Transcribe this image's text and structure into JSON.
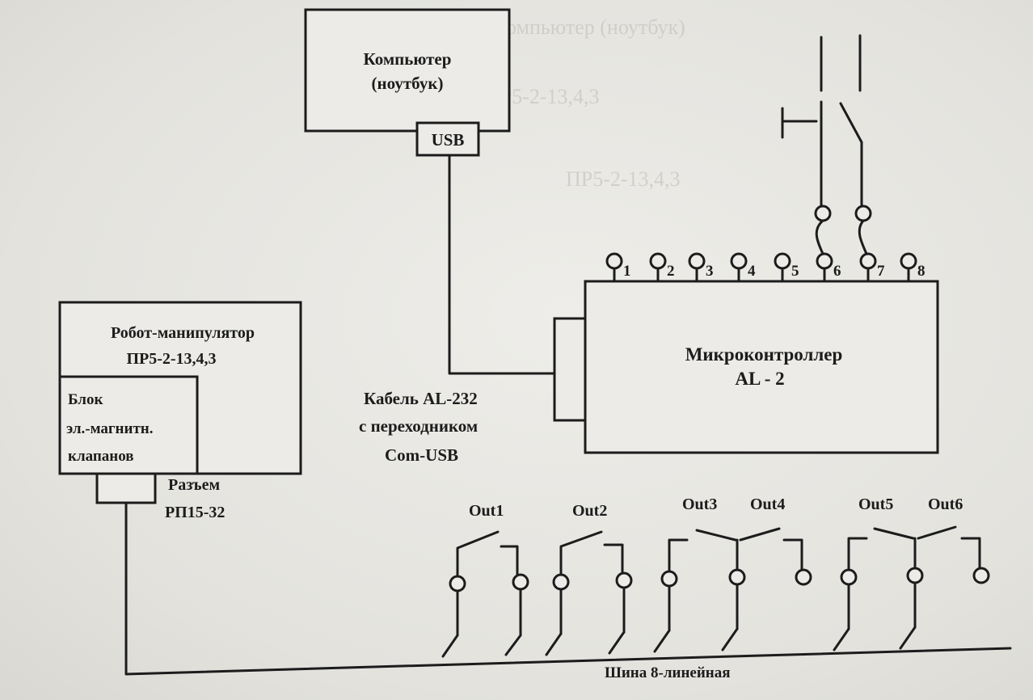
{
  "diagram": {
    "bleed_through": [
      "Компьютер (ноутбук)",
      "ПР5-2-13,4,3",
      "ПР5-2-13,4,3"
    ],
    "computer": {
      "line1": "Компьютер",
      "line2": "(ноутбук)",
      "port": "USB"
    },
    "robot": {
      "line1": "Робот-манипулятор",
      "line2": "ПР5-2-13,4,3"
    },
    "valve_block": {
      "line1": "Блок",
      "line2": "эл.-магнитн.",
      "line3": "клапанов"
    },
    "connector": {
      "line1": "Разъем",
      "line2": "РП15-32"
    },
    "cable": {
      "line1": "Кабель AL-232",
      "line2": "с переходником",
      "line3": "Com-USB"
    },
    "controller": {
      "line1": "Микроконтроллер",
      "line2": "AL - 2"
    },
    "terminals": [
      "1",
      "2",
      "3",
      "4",
      "5",
      "6",
      "7",
      "8"
    ],
    "outputs": [
      "Out1",
      "Out2",
      "Out3",
      "Out4",
      "Out5",
      "Out6"
    ],
    "bus": "Шина 8-линейная"
  }
}
